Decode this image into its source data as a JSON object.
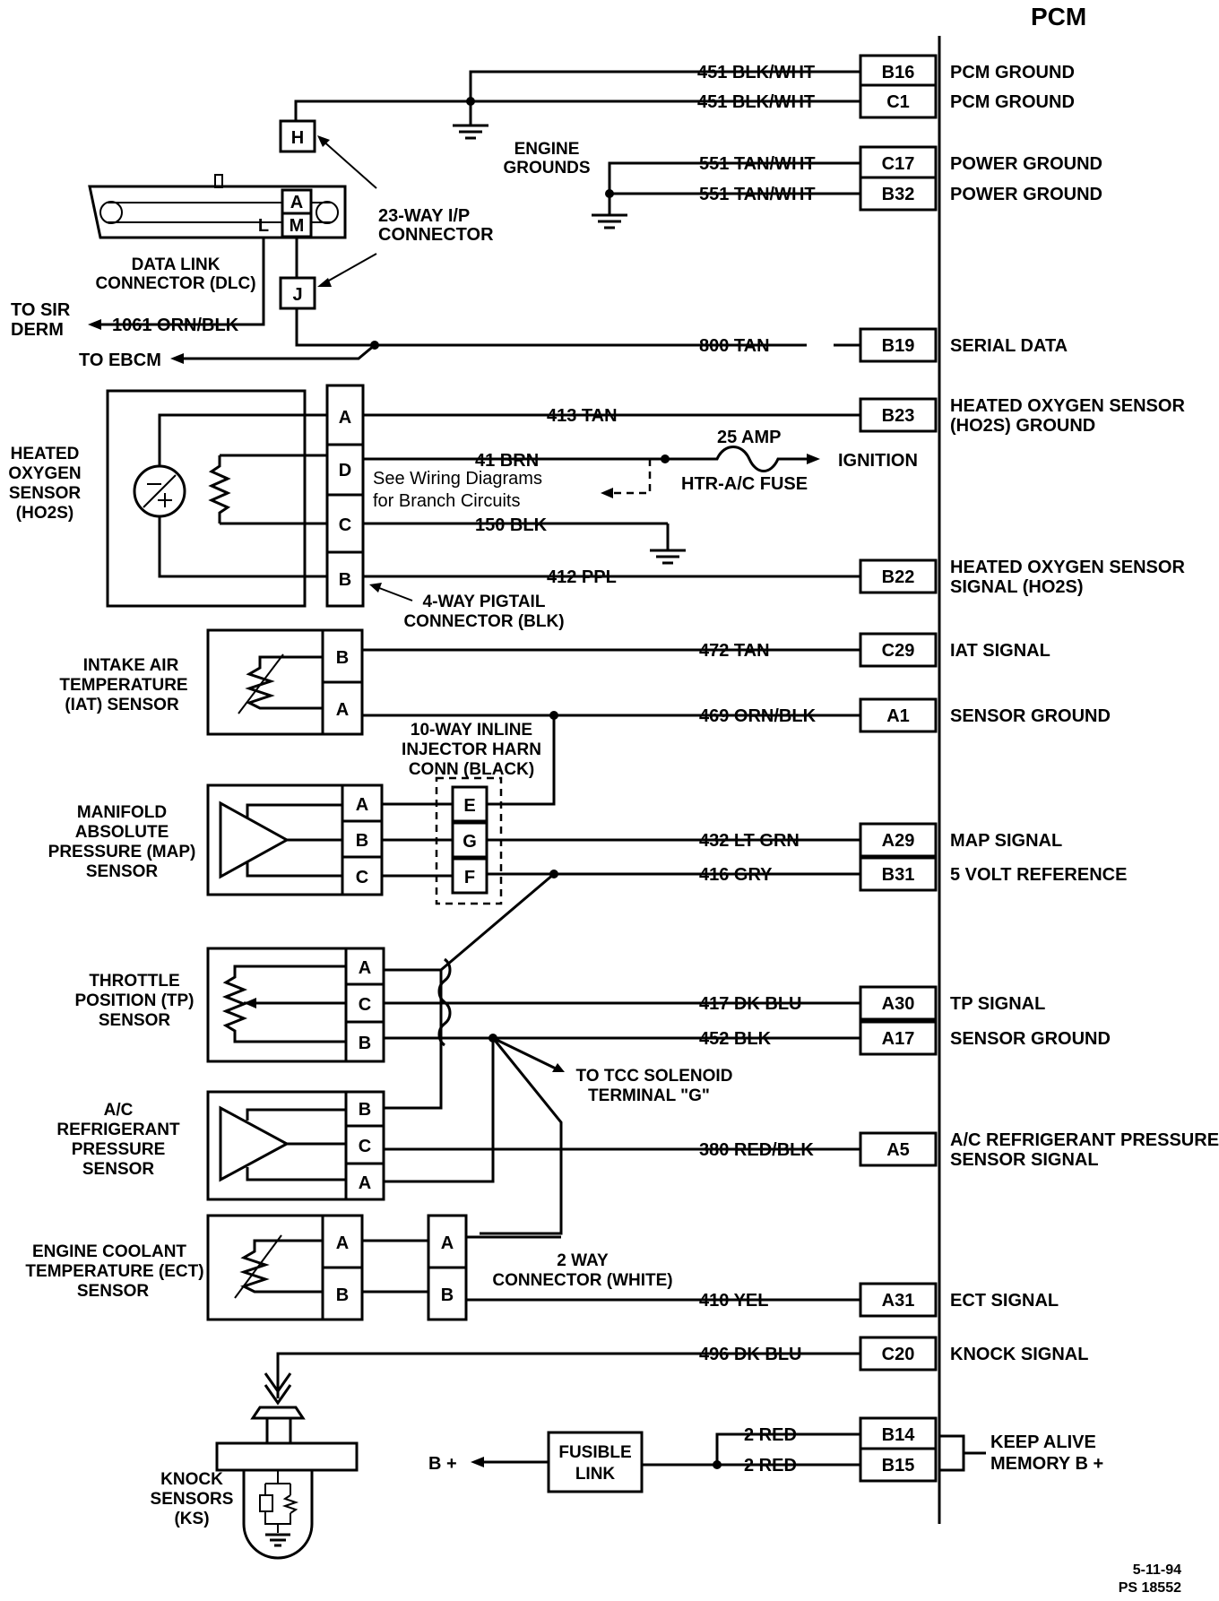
{
  "pcm_title": "PCM",
  "connectors": [
    {
      "pin": "B16",
      "wire": "451 BLK/WHT",
      "function": [
        "PCM GROUND"
      ]
    },
    {
      "pin": "C1",
      "wire": "451 BLK/WHT",
      "function": [
        "PCM GROUND"
      ]
    },
    {
      "pin": "C17",
      "wire": "551 TAN/WHT",
      "function": [
        "POWER GROUND"
      ]
    },
    {
      "pin": "B32",
      "wire": "551 TAN/WHT",
      "function": [
        "POWER GROUND"
      ]
    },
    {
      "pin": "B19",
      "wire": "800 TAN",
      "function": [
        "SERIAL DATA"
      ]
    },
    {
      "pin": "B23",
      "wire": "413 TAN",
      "function": [
        "HEATED OXYGEN SENSOR",
        "(HO2S) GROUND"
      ]
    },
    {
      "pin": "B22",
      "wire": "412 PPL",
      "function": [
        "HEATED OXYGEN SENSOR",
        "SIGNAL (HO2S)"
      ]
    },
    {
      "pin": "C29",
      "wire": "472 TAN",
      "function": [
        "IAT SIGNAL"
      ]
    },
    {
      "pin": "A1",
      "wire": "469 ORN/BLK",
      "function": [
        "SENSOR GROUND"
      ]
    },
    {
      "pin": "A29",
      "wire": "432 LT GRN",
      "function": [
        "MAP SIGNAL"
      ]
    },
    {
      "pin": "B31",
      "wire": "416 GRY",
      "function": [
        "5 VOLT REFERENCE"
      ]
    },
    {
      "pin": "A30",
      "wire": "417 DK BLU",
      "function": [
        "TP SIGNAL"
      ]
    },
    {
      "pin": "A17",
      "wire": "452 BLK",
      "function": [
        "SENSOR GROUND"
      ]
    },
    {
      "pin": "A5",
      "wire": "380 RED/BLK",
      "function": [
        "A/C REFRIGERANT PRESSURE",
        "SENSOR SIGNAL"
      ]
    },
    {
      "pin": "A31",
      "wire": "410 YEL",
      "function": [
        "ECT SIGNAL"
      ]
    },
    {
      "pin": "C20",
      "wire": "496 DK BLU",
      "function": [
        "KNOCK SIGNAL"
      ]
    },
    {
      "pin": "B14",
      "wire": "2 RED",
      "function": []
    },
    {
      "pin": "B15",
      "wire": "2 RED",
      "function": []
    }
  ],
  "keep_alive": [
    "KEEP ALIVE",
    "MEMORY B +"
  ],
  "engine_grounds": [
    "ENGINE",
    "GROUNDS"
  ],
  "ip_connector": [
    "23-WAY I/P",
    "CONNECTOR"
  ],
  "dlc": {
    "label": [
      "DATA LINK",
      "CONNECTOR (DLC)"
    ],
    "pins": {
      "h": "H",
      "a": "A",
      "m": "M",
      "l": "L",
      "j": "J"
    },
    "to_sir": [
      "TO SIR",
      "DERM"
    ],
    "sir_wire": "1061 ORN/BLK",
    "to_ebcm": "TO EBCM"
  },
  "ho2s": {
    "label": [
      "HEATED",
      "OXYGEN",
      "SENSOR",
      "(HO2S)"
    ],
    "pins": [
      "A",
      "D",
      "C",
      "B"
    ],
    "wire_brn": "41 BRN",
    "wire_blk": "150 BLK",
    "branch_note": [
      "See Wiring Diagrams",
      "for Branch Circuits"
    ],
    "pigtail": [
      "4-WAY PIGTAIL",
      "CONNECTOR (BLK)"
    ]
  },
  "fuse": {
    "amp": "25 AMP",
    "name": "HTR-A/C FUSE",
    "ignition": "IGNITION"
  },
  "iat": {
    "label": [
      "INTAKE AIR",
      "TEMPERATURE",
      "(IAT) SENSOR"
    ],
    "pins": [
      "B",
      "A"
    ]
  },
  "inline_conn": {
    "label": [
      "10-WAY INLINE",
      "INJECTOR HARN",
      "CONN (BLACK)"
    ],
    "pins": [
      "E",
      "G",
      "F"
    ]
  },
  "map": {
    "label": [
      "MANIFOLD",
      "ABSOLUTE",
      "PRESSURE (MAP)",
      "SENSOR"
    ],
    "pins": [
      "A",
      "B",
      "C"
    ]
  },
  "tp": {
    "label": [
      "THROTTLE",
      "POSITION (TP)",
      "SENSOR"
    ],
    "pins": [
      "A",
      "C",
      "B"
    ]
  },
  "tcc": [
    "TO TCC SOLENOID",
    "TERMINAL \"G\""
  ],
  "ac": {
    "label": [
      "A/C",
      "REFRIGERANT",
      "PRESSURE",
      "SENSOR"
    ],
    "pins": [
      "B",
      "C",
      "A"
    ]
  },
  "ect": {
    "label": [
      "ENGINE COOLANT",
      "TEMPERATURE (ECT)",
      "SENSOR"
    ],
    "pins": [
      "A",
      "B"
    ]
  },
  "two_way": {
    "label": [
      "2 WAY",
      "CONNECTOR (WHITE)"
    ],
    "pins": [
      "A",
      "B"
    ]
  },
  "knock": {
    "label": [
      "KNOCK",
      "SENSORS",
      "(KS)"
    ]
  },
  "fusible_link": [
    "FUSIBLE",
    "LINK"
  ],
  "b_plus": "B +",
  "footer": [
    "5-11-94",
    "PS 18552"
  ]
}
